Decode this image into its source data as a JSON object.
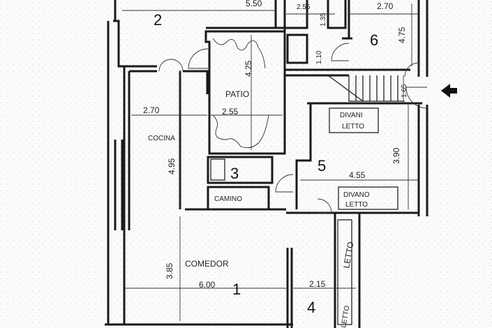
{
  "rooms": {
    "r1": {
      "number": "1",
      "name": "COMEDOR"
    },
    "r2": {
      "number": "2"
    },
    "r3": {
      "number": "3"
    },
    "r4": {
      "number": "4"
    },
    "r5": {
      "number": "5"
    },
    "r6": {
      "number": "6"
    },
    "patio": {
      "name": "PATIO"
    },
    "cocina": {
      "name": "COCINA"
    }
  },
  "furniture": {
    "camino": "CAMINO",
    "divani_letto": [
      "DIVANI",
      "LETTO"
    ],
    "divano_letto": [
      "DIVANO",
      "LETTO"
    ],
    "letto": "LETTO",
    "letto_bottom": "LETTO"
  },
  "dimensions": {
    "top_room2": "5.50",
    "top_center": "2.55",
    "top_room6": "2.70",
    "d_135": "1.35",
    "d_110": "1.10",
    "room6_height": "4.75",
    "patio_height": "4.25",
    "stairs": "1.65",
    "cocina_width": "2.70",
    "patio_width": "2.55",
    "cocina_height": "4.95",
    "room5_height": "3.90",
    "room5_width": "4.55",
    "comedor_height": "3.85",
    "comedor_width": "6.00",
    "room4_width": "2.15"
  },
  "entrance": {
    "icon": "entrance-arrow-icon",
    "color": "#111111"
  }
}
